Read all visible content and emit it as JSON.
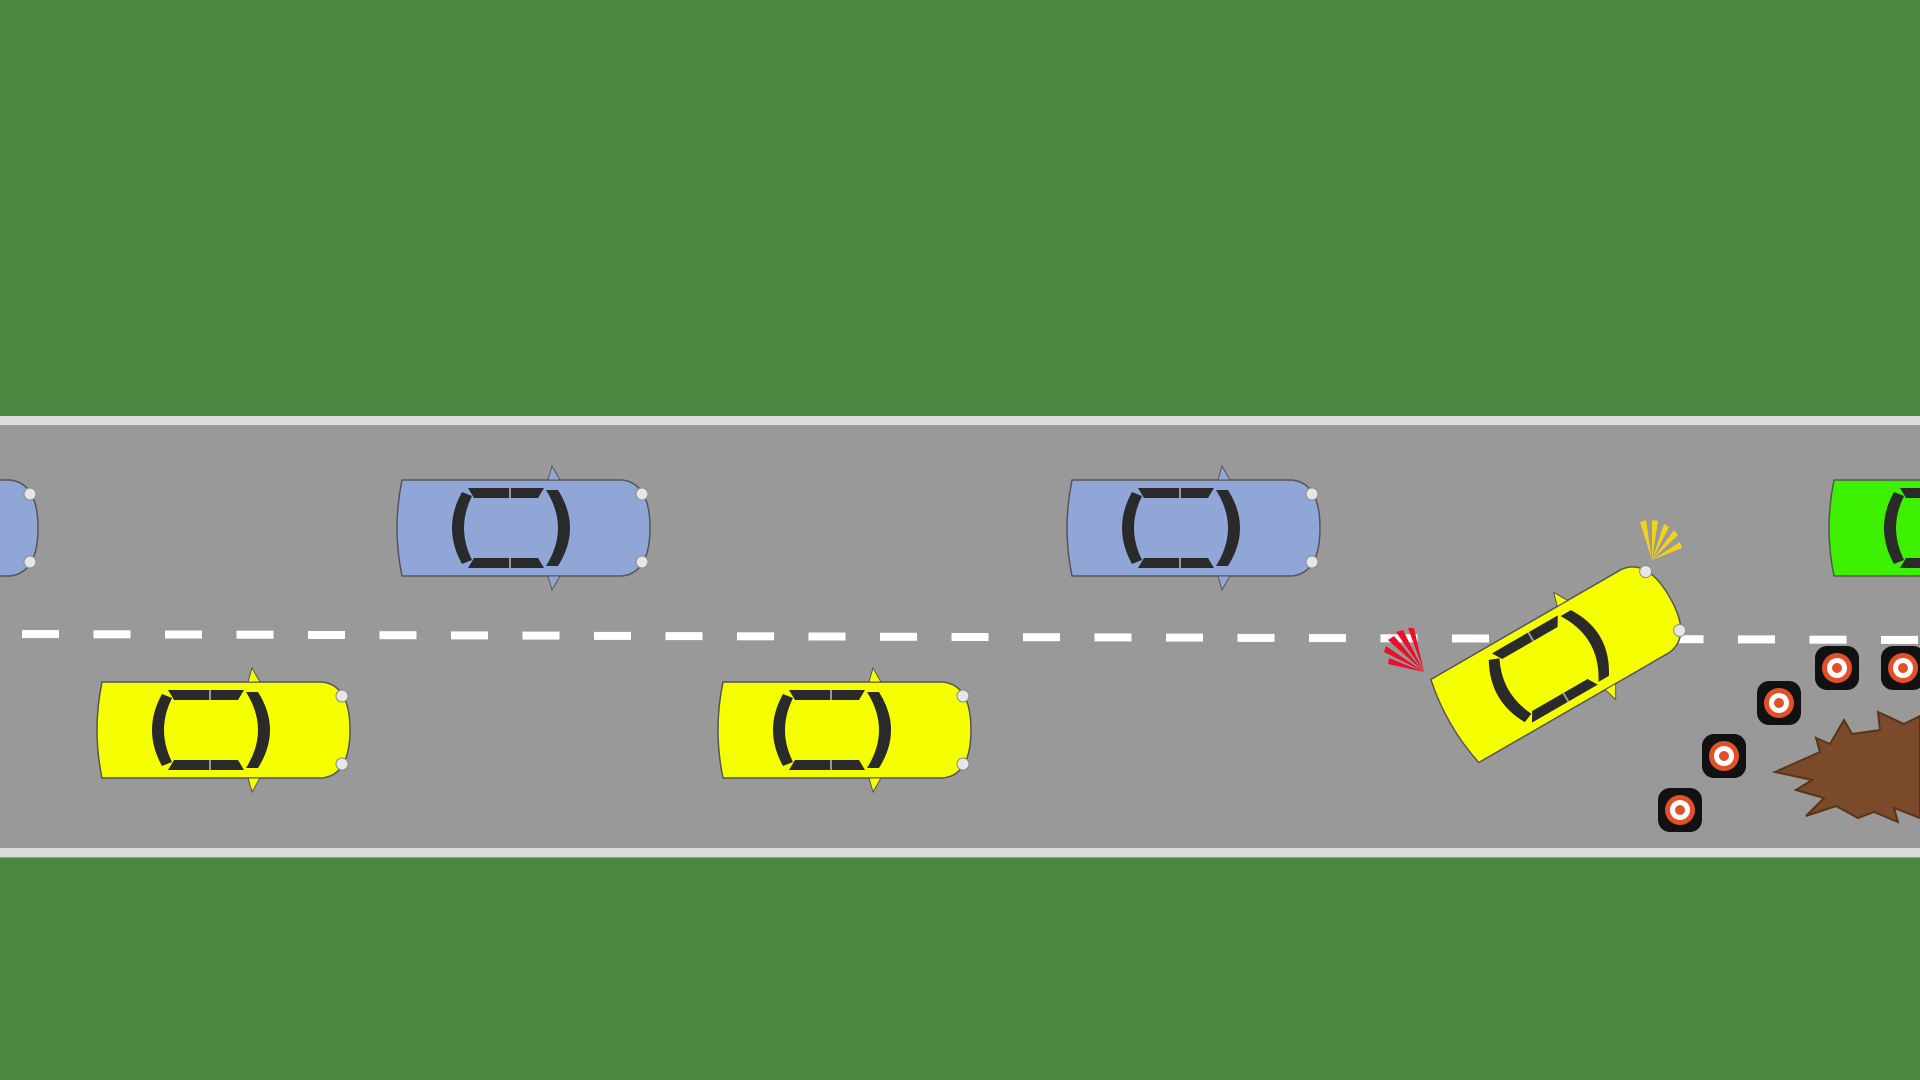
{
  "scene": {
    "road": {
      "surface_color": "#999999",
      "edge_line_color": "#dcdcdc",
      "lane_marking_color": "#ffffff",
      "grass_color": "#4e8742",
      "lane_count": 2
    },
    "vehicles": [
      {
        "name": "blue-car-partial-left",
        "color": "blue",
        "lane": "upper"
      },
      {
        "name": "blue-car-1",
        "color": "blue",
        "lane": "upper"
      },
      {
        "name": "blue-car-2",
        "color": "blue",
        "lane": "upper"
      },
      {
        "name": "green-car-partial-right",
        "color": "green",
        "lane": "upper"
      },
      {
        "name": "yellow-car-1",
        "color": "yellow",
        "lane": "lower"
      },
      {
        "name": "yellow-car-2",
        "color": "yellow",
        "lane": "lower"
      },
      {
        "name": "yellow-car-swerving",
        "color": "yellow",
        "lane": "changing",
        "indicators": [
          "red-left",
          "yellow-right"
        ]
      }
    ],
    "hazards": [
      {
        "name": "road-marker",
        "count": 5
      },
      {
        "name": "pothole",
        "count": 1
      }
    ],
    "colors": {
      "blue": "#8fa6d6",
      "yellow": "#f5ff00",
      "green": "#3cf000",
      "window": "#2a2a2a",
      "marker_ring": "#e2502a",
      "pothole": "#7a4a2a"
    }
  }
}
